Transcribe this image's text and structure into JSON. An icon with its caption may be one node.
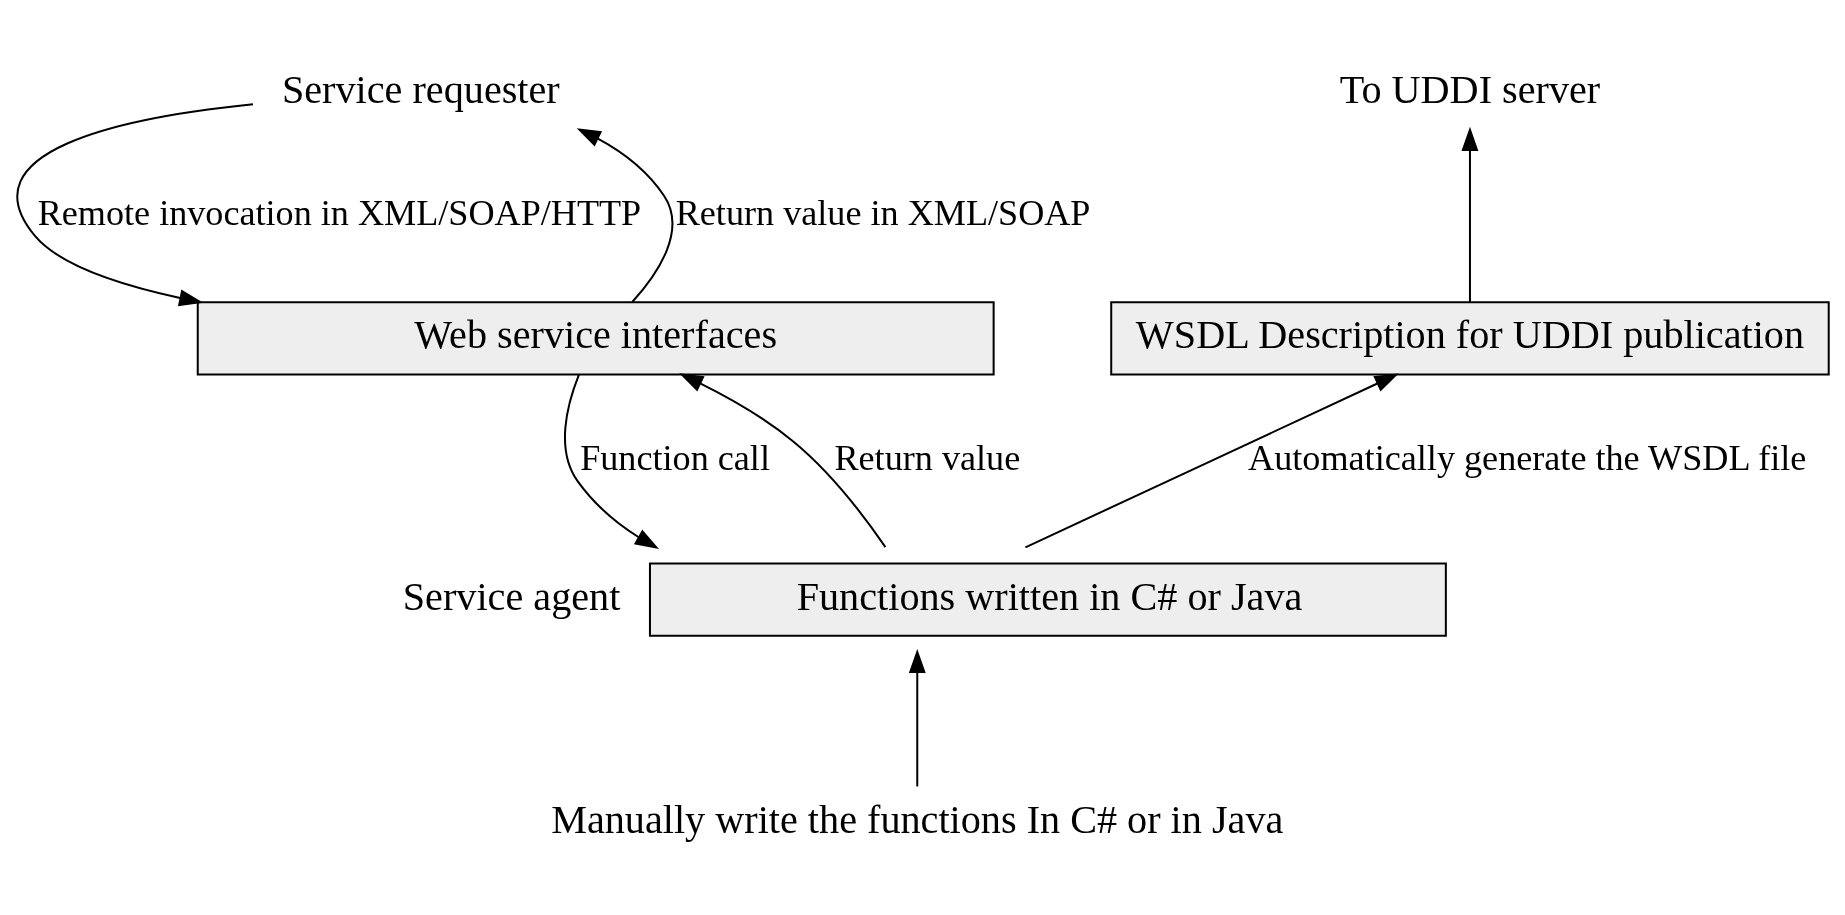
{
  "diagram": {
    "nodes": [
      {
        "text": [
          "Service requester"
        ]
      },
      {
        "text": [
          "Web service interfaces"
        ]
      },
      {
        "text": [
          "Functions written in C# or Java"
        ],
        "beside": [
          "Service agent"
        ]
      },
      {
        "text": [
          "WSDL Description for UDDI publication"
        ]
      },
      {
        "text": [
          "To UDDI server"
        ]
      },
      {
        "text": [
          "Manually write the functions In C# or in Java"
        ]
      }
    ],
    "edges": [
      {
        "from": 0,
        "to": 1,
        "arrow": "to",
        "label": "Remote invocation in XML/SOAP/HTTP"
      },
      {
        "from": 1,
        "to": 0,
        "arrow": "to",
        "label": "Return value in XML/SOAP"
      },
      {
        "from": 1,
        "to": 2,
        "arrow": "to",
        "label": "Function call"
      },
      {
        "from": 2,
        "to": 1,
        "arrow": "to",
        "label": "Return value"
      },
      {
        "from": 2,
        "to": 3,
        "arrow": "to",
        "label": "Automatically generate the WSDL file"
      },
      {
        "from": 3,
        "to": 4,
        "arrow": "to"
      },
      {
        "from": 5,
        "to": 2,
        "arrow": "to"
      }
    ]
  }
}
